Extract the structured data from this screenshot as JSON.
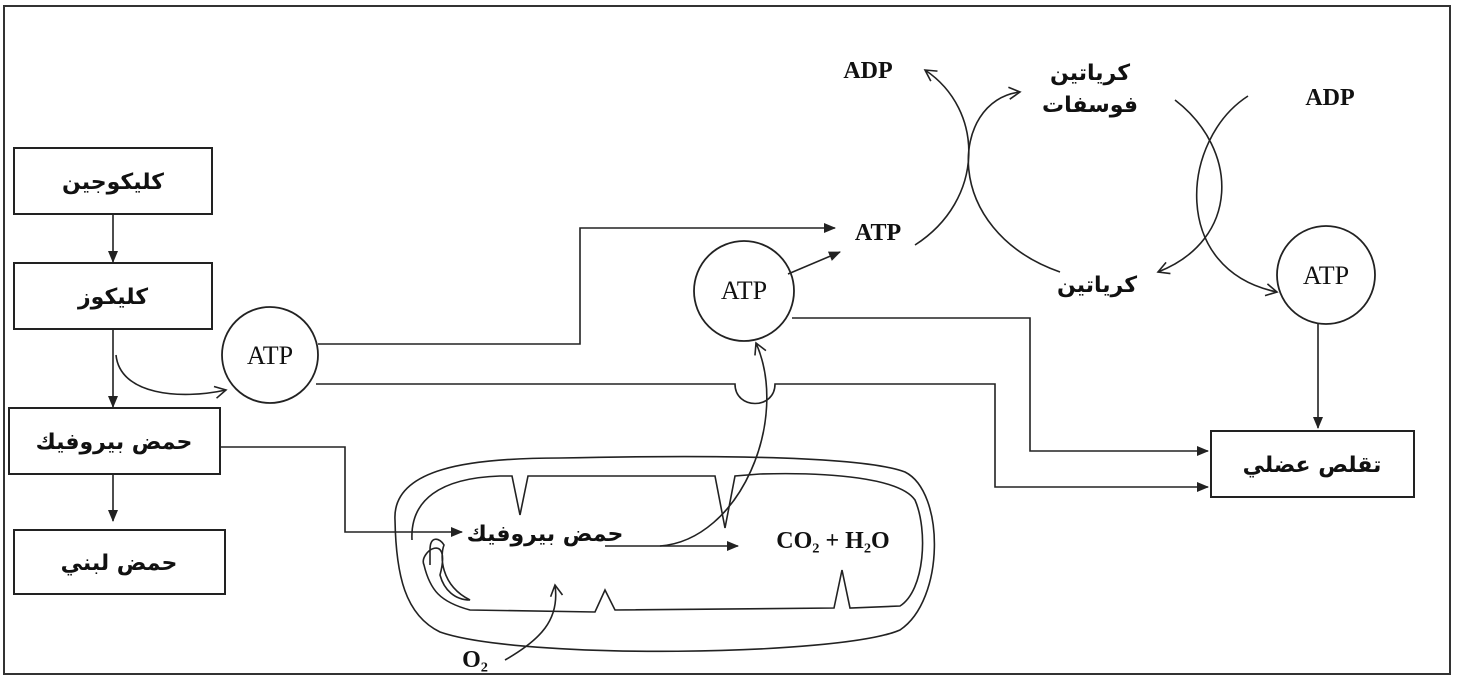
{
  "boxes": {
    "glycogen": "كليكوجين",
    "glucose": "كليكوز",
    "pyruvic_left": "حمض بيروفيك",
    "lactic": "حمض لبني",
    "contraction": "تقلص عضلي"
  },
  "mito": {
    "pyruvic": "حمض بيروفيك",
    "products": "CO₂ + H₂O",
    "oxygen": "O₂"
  },
  "atp_circles": {
    "left": "ATP",
    "middle": "ATP",
    "right": "ATP"
  },
  "cycle": {
    "atp": "ATP",
    "adp_left": "ADP",
    "adp_right": "ADP",
    "creatine_phosphate_line1": "كرياتين",
    "creatine_phosphate_line2": "فوسفات",
    "creatine": "كرياتين"
  },
  "colors": {
    "line": "#222222",
    "background": "#ffffff"
  }
}
